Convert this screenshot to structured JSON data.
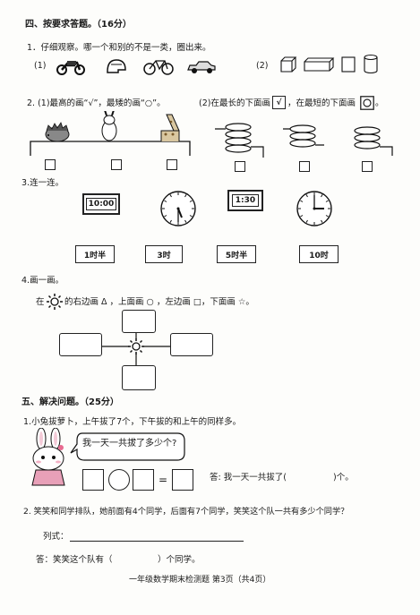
{
  "section4": {
    "title": "四、按要求答题。（16分）",
    "q1": {
      "label": "1．仔细观察。哪一个和别的不是一类，圈出来。",
      "sub1": "(1)",
      "sub2": "(2)"
    },
    "q2": {
      "part1": "2. (1)最高的画“√”，最矮的画“○”。",
      "part2_a": "(2)在最长的下面画",
      "part2_check": "√",
      "part2_b": "，在最短的下面画",
      "part2_end": "。"
    },
    "q3": {
      "label": "3.连一连。",
      "digital1": "10:00",
      "digital2": "1:30",
      "answers": [
        "1时半",
        "3时",
        "5时半",
        "10时"
      ]
    },
    "q4": {
      "label": "4.画一画。",
      "prefix": "在",
      "instruction": "的右边画 Δ ，上面画 ○ ，左边画 □，下面画 ☆。"
    }
  },
  "section5": {
    "title": "五、解决问题。（25分）",
    "q1": {
      "label": "1.小兔拔萝卜，上午拔了7个，下午拔的和上午的同样多。",
      "speech": "我一天一共拔了多少个?",
      "eq_sign": "=",
      "answer_a": "答:  我一天一共拔了(",
      "answer_b": ")个。"
    },
    "q2": {
      "label": "2.  笑笑和同学排队，她前面有4个同学，后面有7个同学，笑笑这个队一共有多少个同学？",
      "formula_label": "列式：",
      "answer_a": "答：笑笑这个队有（",
      "answer_b": "）个同学。"
    }
  },
  "footer": "一年级数学期末检测题  第3页（共4页）"
}
